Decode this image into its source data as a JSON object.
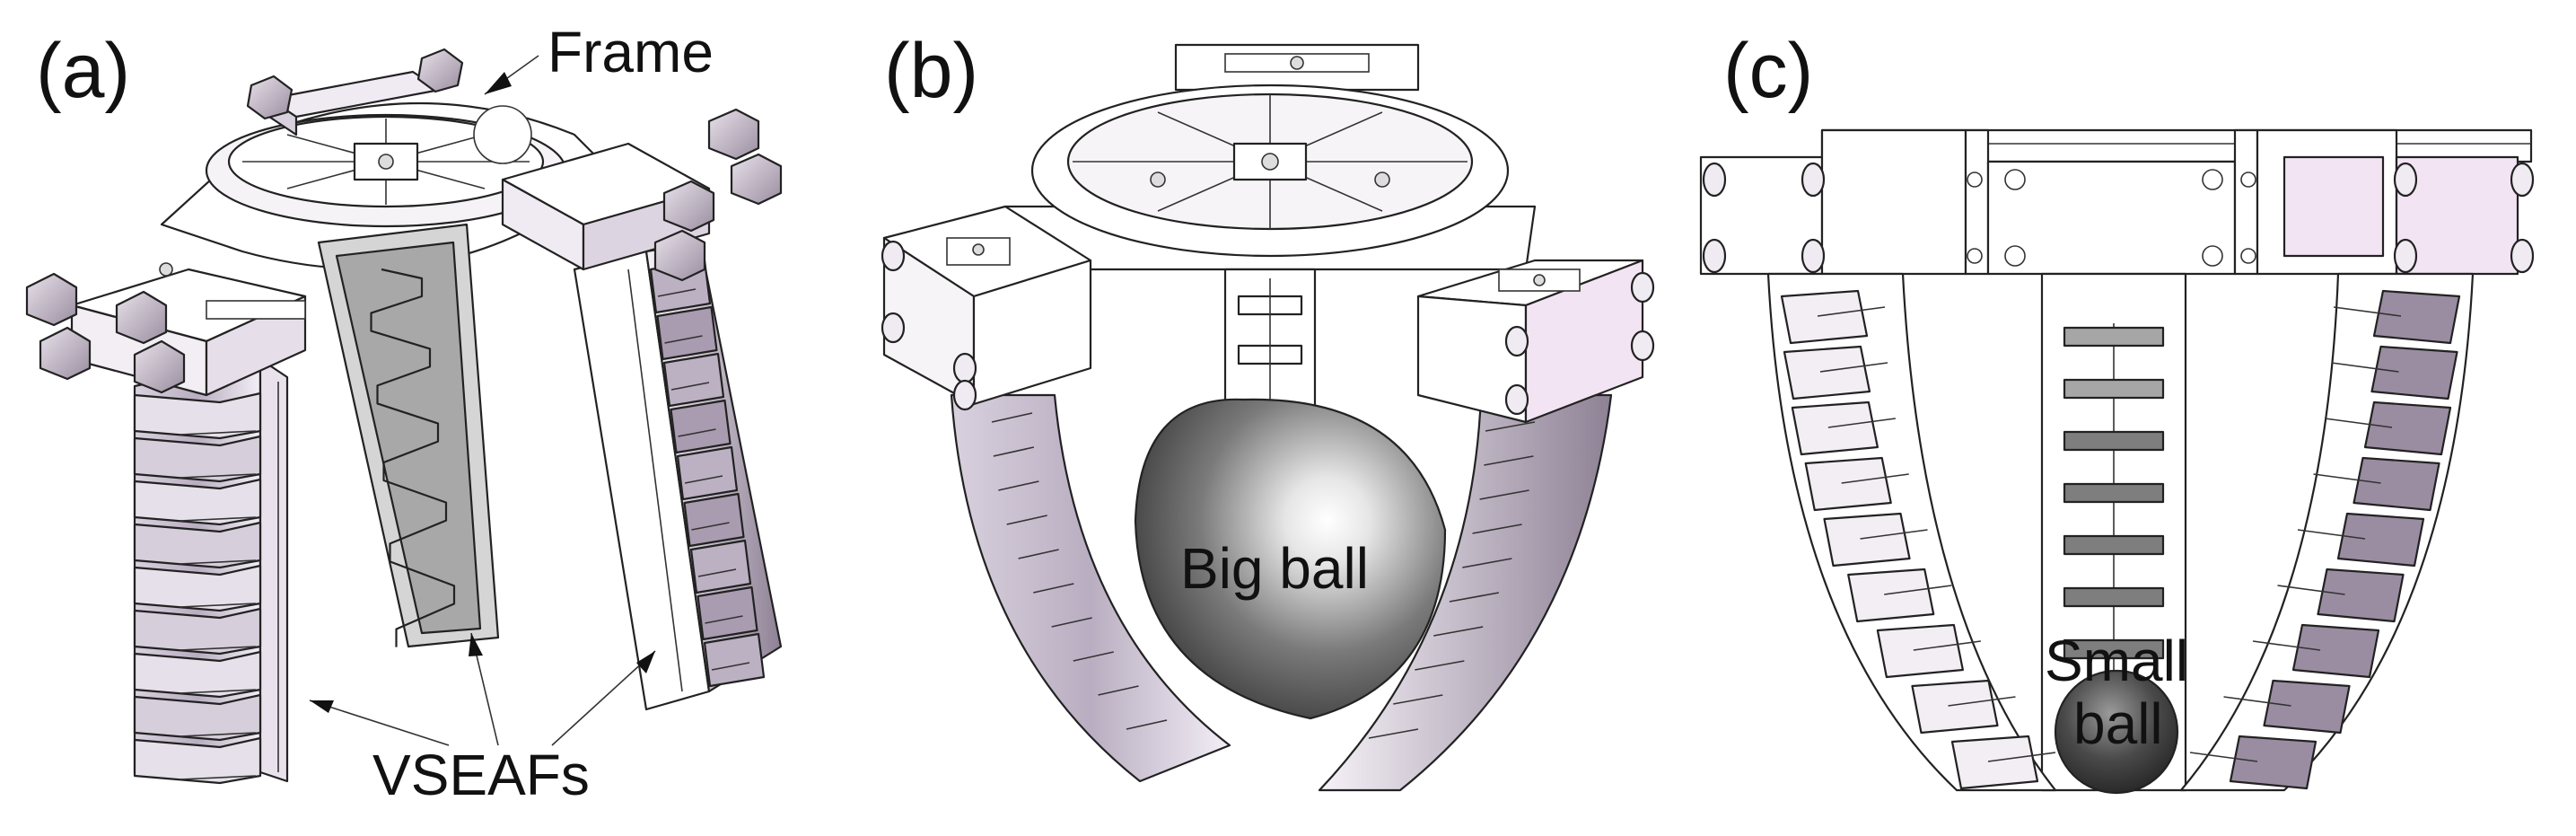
{
  "panels": {
    "a": {
      "label": "(a)",
      "frame_callout": "Frame",
      "vseafs_callout": "VSEAFs"
    },
    "b": {
      "label": "(b)",
      "ball_label": "Big ball"
    },
    "c": {
      "label": "(c)",
      "ball_label_line1": "Small",
      "ball_label_line2": "ball"
    }
  },
  "colors": {
    "finger_light": "#f4f0f6",
    "finger_shadow": "#a99bb0",
    "finger_dark": "#8a7d90",
    "frame": "#ffffff",
    "outline": "#222222",
    "ball_dark": "#3a3a3a",
    "spring_plate": "#8c8c8c"
  }
}
